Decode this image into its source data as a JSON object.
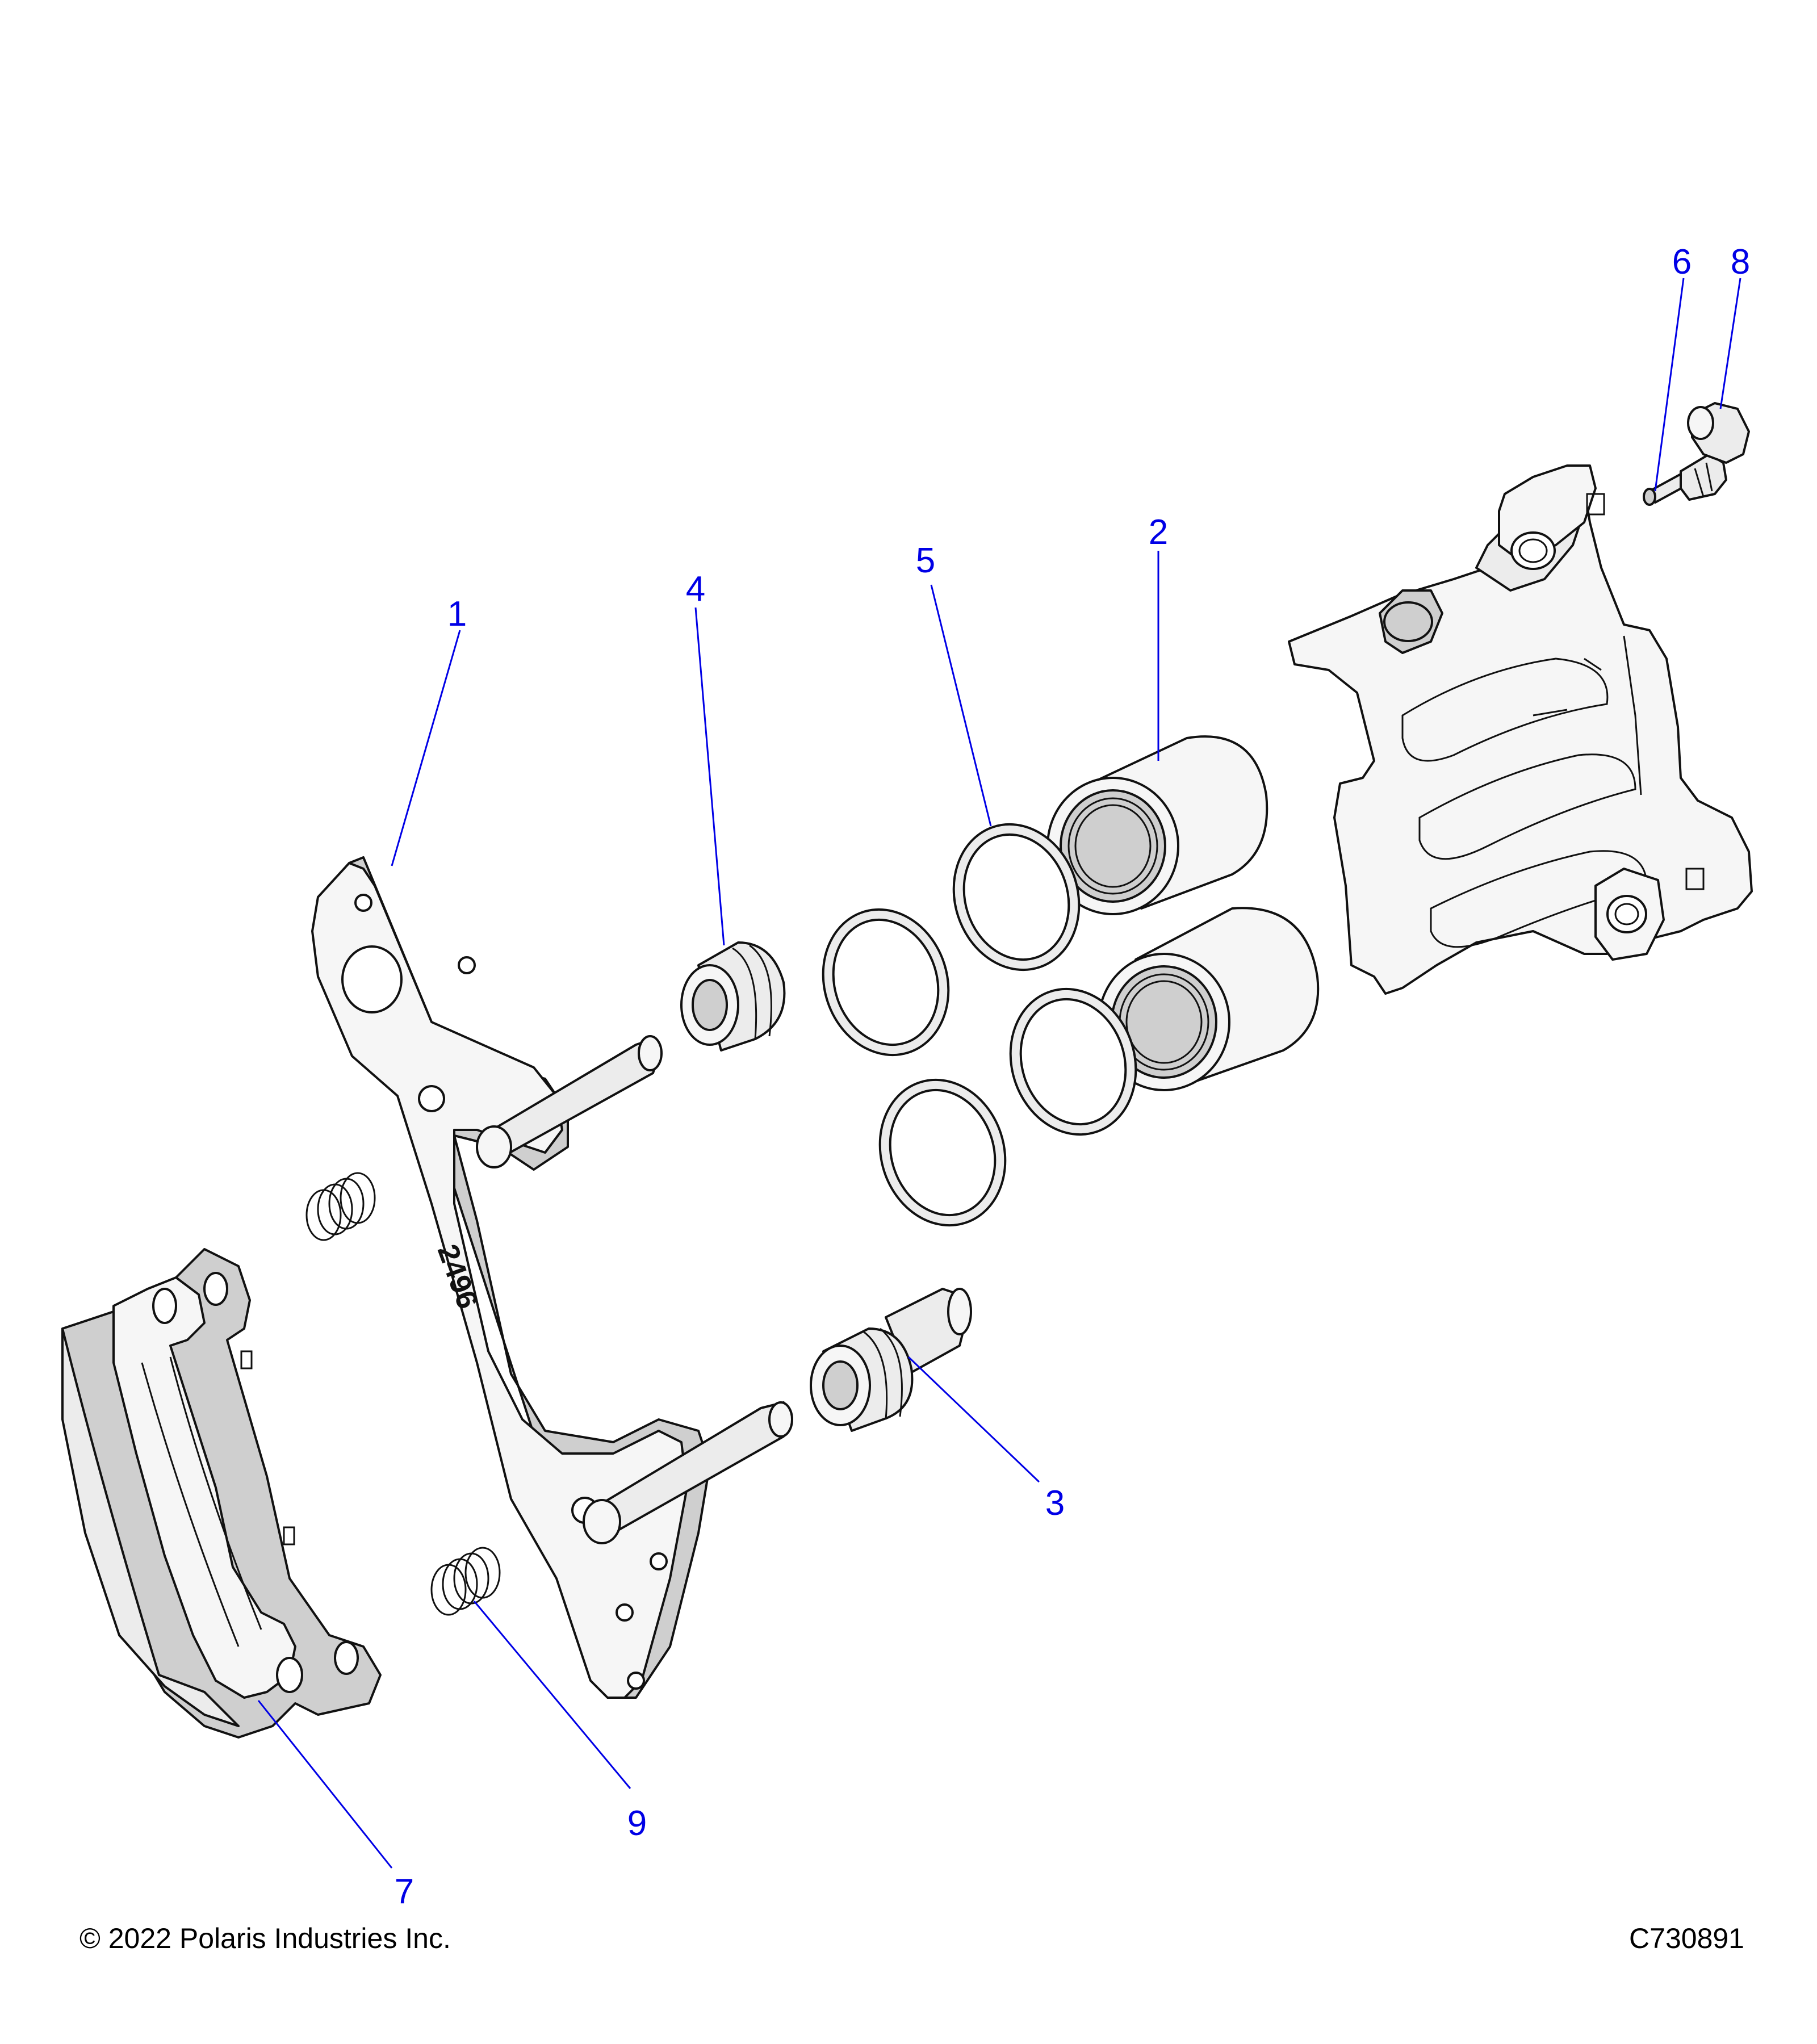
{
  "callouts": [
    "1",
    "2",
    "3",
    "4",
    "5",
    "6",
    "7",
    "8",
    "9"
  ],
  "bracket_stamp": "2496",
  "footer": {
    "copyright": "© 2022 Polaris Industries Inc.",
    "drawing_id": "C730891"
  },
  "colors": {
    "callout": "#0000e6",
    "line": "#111111",
    "fill": "#ececec"
  }
}
